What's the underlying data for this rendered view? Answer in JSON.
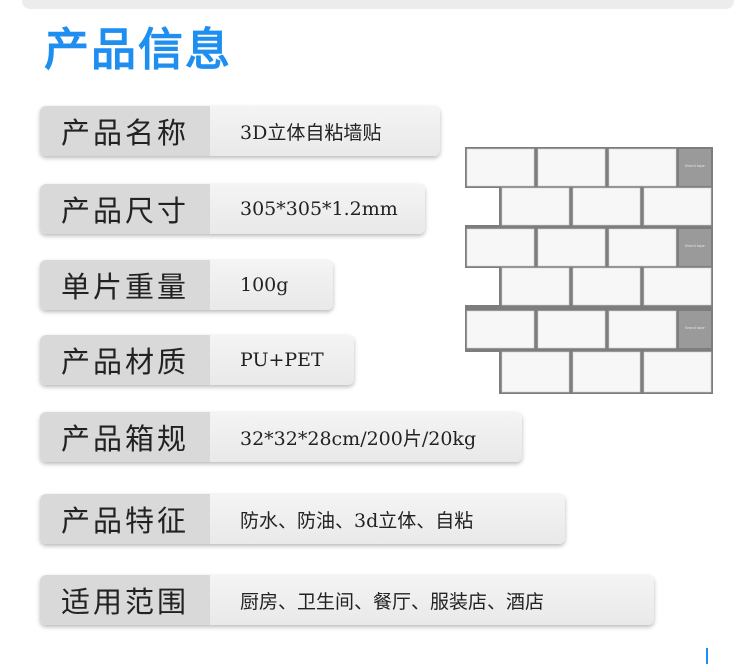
{
  "page": {
    "title": "产品信息"
  },
  "specs": [
    {
      "label": "产品名称",
      "value": "3D立体自粘墙贴"
    },
    {
      "label": "产品尺寸",
      "value": "305*305*1.2mm"
    },
    {
      "label": "单片重量",
      "value": "100g"
    },
    {
      "label": "产品材质",
      "value": "PU+PET"
    },
    {
      "label": "产品箱规",
      "value": "32*32*28cm/200片/20kg"
    },
    {
      "label": "产品特征",
      "value": "防水、防油、3d立体、自粘"
    },
    {
      "label": "适用范围",
      "value": "厨房、卫生间、餐厅、服装店、酒店"
    }
  ],
  "product_image": {
    "tile_label_text": "Brand tape",
    "colors": {
      "tile": "#f7f7f7",
      "grout": "#7d7d7d",
      "label": "#9a9a9a"
    }
  },
  "colors": {
    "accent": "#1f8ef1",
    "label_bg": "#d9d9d9",
    "value_bg": "#eeeeee"
  }
}
